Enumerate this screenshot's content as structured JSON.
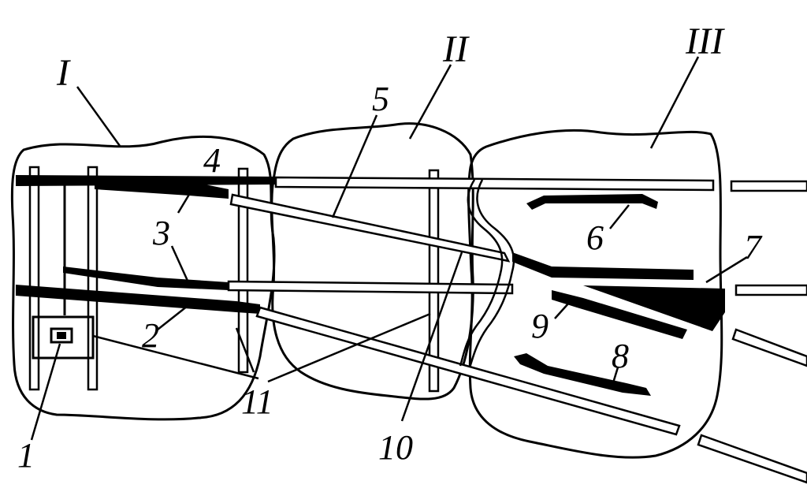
{
  "diagram": {
    "zones": {
      "zone_1": "I",
      "zone_2": "II",
      "zone_3": "III"
    },
    "callouts": {
      "c1": "1",
      "c2": "2",
      "c3": "3",
      "c4": "4",
      "c5": "5",
      "c6": "6",
      "c7": "7",
      "c8": "8",
      "c9": "9",
      "c10": "10",
      "c11": "11"
    },
    "colors": {
      "ink": "#000000",
      "paper": "#ffffff"
    }
  }
}
